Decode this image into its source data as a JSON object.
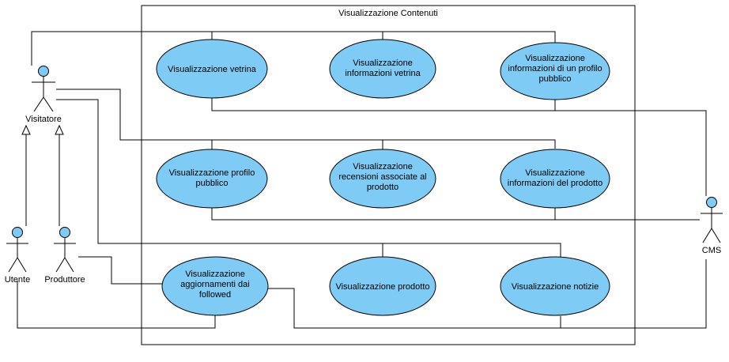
{
  "system": {
    "title": "Visualizzazione Contenuti"
  },
  "actors": {
    "visitatore": "Visitatore",
    "utente": "Utente",
    "produttore": "Produttore",
    "cms": "CMS"
  },
  "use_cases": {
    "vetrina": [
      "Visualizzazione vetrina"
    ],
    "info_vetrina": [
      "Visualizzazione",
      "informazioni vetrina"
    ],
    "info_profilo": [
      "Visualizzazione",
      "informazioni di un profilo",
      "pubblico"
    ],
    "profilo_pubblico": [
      "Visualizzazione profilo",
      "pubblico"
    ],
    "recensioni": [
      "Visualizzazione",
      "recensioni associate al",
      "prodotto"
    ],
    "info_prodotto": [
      "Visualizzazione",
      "informazioni del prodotto"
    ],
    "aggiornamenti": [
      "Visualizzazione",
      "aggiornamenti dai",
      "followed"
    ],
    "prodotto": [
      "Visualizzazione prodotto"
    ],
    "notizie": [
      "Visualizzazione notizie"
    ]
  }
}
